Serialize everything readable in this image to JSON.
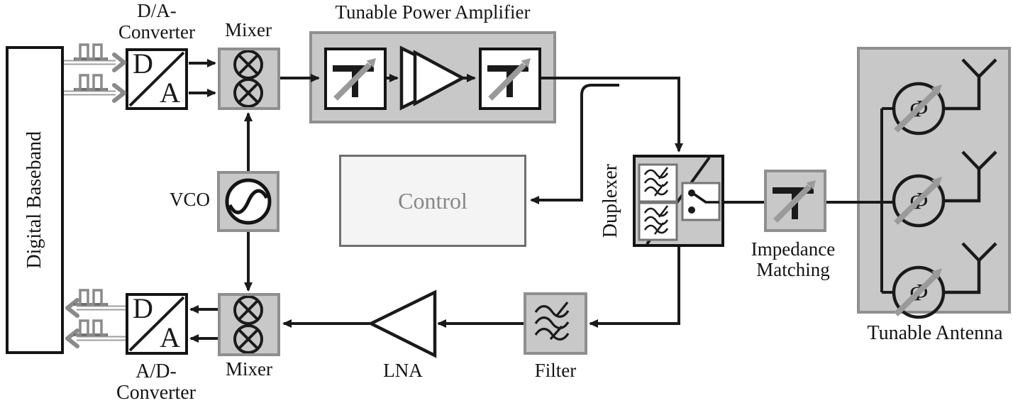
{
  "colors": {
    "line": "#1a1a1a",
    "box_fill": "#c8c8c8",
    "box_border": "#8f8f8f",
    "dark_border": "#141414",
    "control_fill": "#f4f4f4",
    "control_border": "#6f6f6f",
    "control_text": "#878787",
    "digital_gray": "#8a8a8a",
    "tune_arrow": "#9a9a9a"
  },
  "blocks": {
    "digital_baseband": {
      "label": "Digital Baseband"
    },
    "da_converter": {
      "title_line1": "D/A-",
      "title_line2": "Converter",
      "digital_letter": "D",
      "analog_letter": "A"
    },
    "tx_mixer": {
      "label": "Mixer"
    },
    "power_amplifier": {
      "label": "Tunable Power Amplifier"
    },
    "vco": {
      "label": "VCO"
    },
    "control": {
      "label": "Control"
    },
    "duplexer": {
      "label": "Duplexer"
    },
    "impedance_matching": {
      "title_line1": "Impedance",
      "title_line2": "Matching"
    },
    "tunable_antenna": {
      "label": "Tunable Antenna",
      "phase_shifter_symbol": "Φ"
    },
    "ad_converter": {
      "title_line1": "A/D-",
      "title_line2": "Converter",
      "digital_letter": "D",
      "analog_letter": "A"
    },
    "rx_mixer": {
      "label": "Mixer"
    },
    "lna": {
      "label": "LNA"
    },
    "filter": {
      "label": "Filter"
    }
  }
}
